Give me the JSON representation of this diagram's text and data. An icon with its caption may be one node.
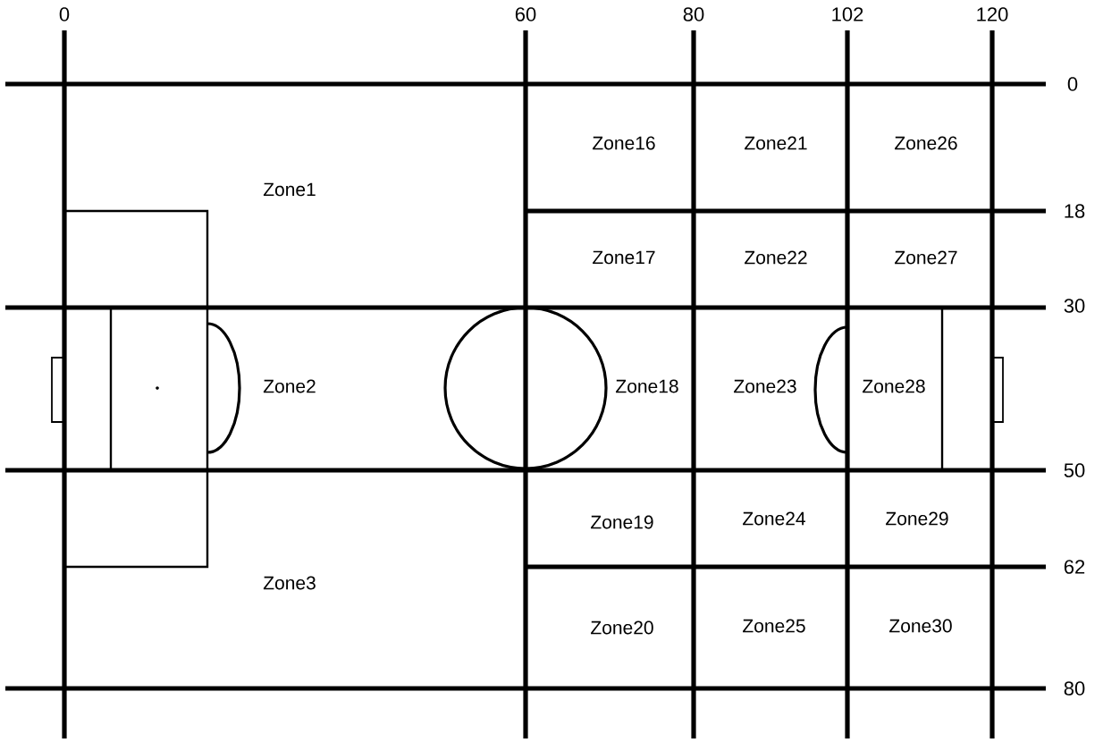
{
  "diagram": {
    "labels": [
      "0",
      "60",
      "80",
      "102",
      "120",
      "0",
      "Zone16",
      "Zone21",
      "Zone26",
      "Zone1",
      "18",
      "Zone17",
      "Zone22",
      "Zone27",
      "30",
      "Zone2",
      "Zone18",
      "Zone23",
      "Zone28",
      "50",
      "Zone19",
      "Zone24",
      "Zone29",
      "62",
      "Zone3",
      "Zone20",
      "Zone25",
      "Zone30",
      "80"
    ]
  }
}
